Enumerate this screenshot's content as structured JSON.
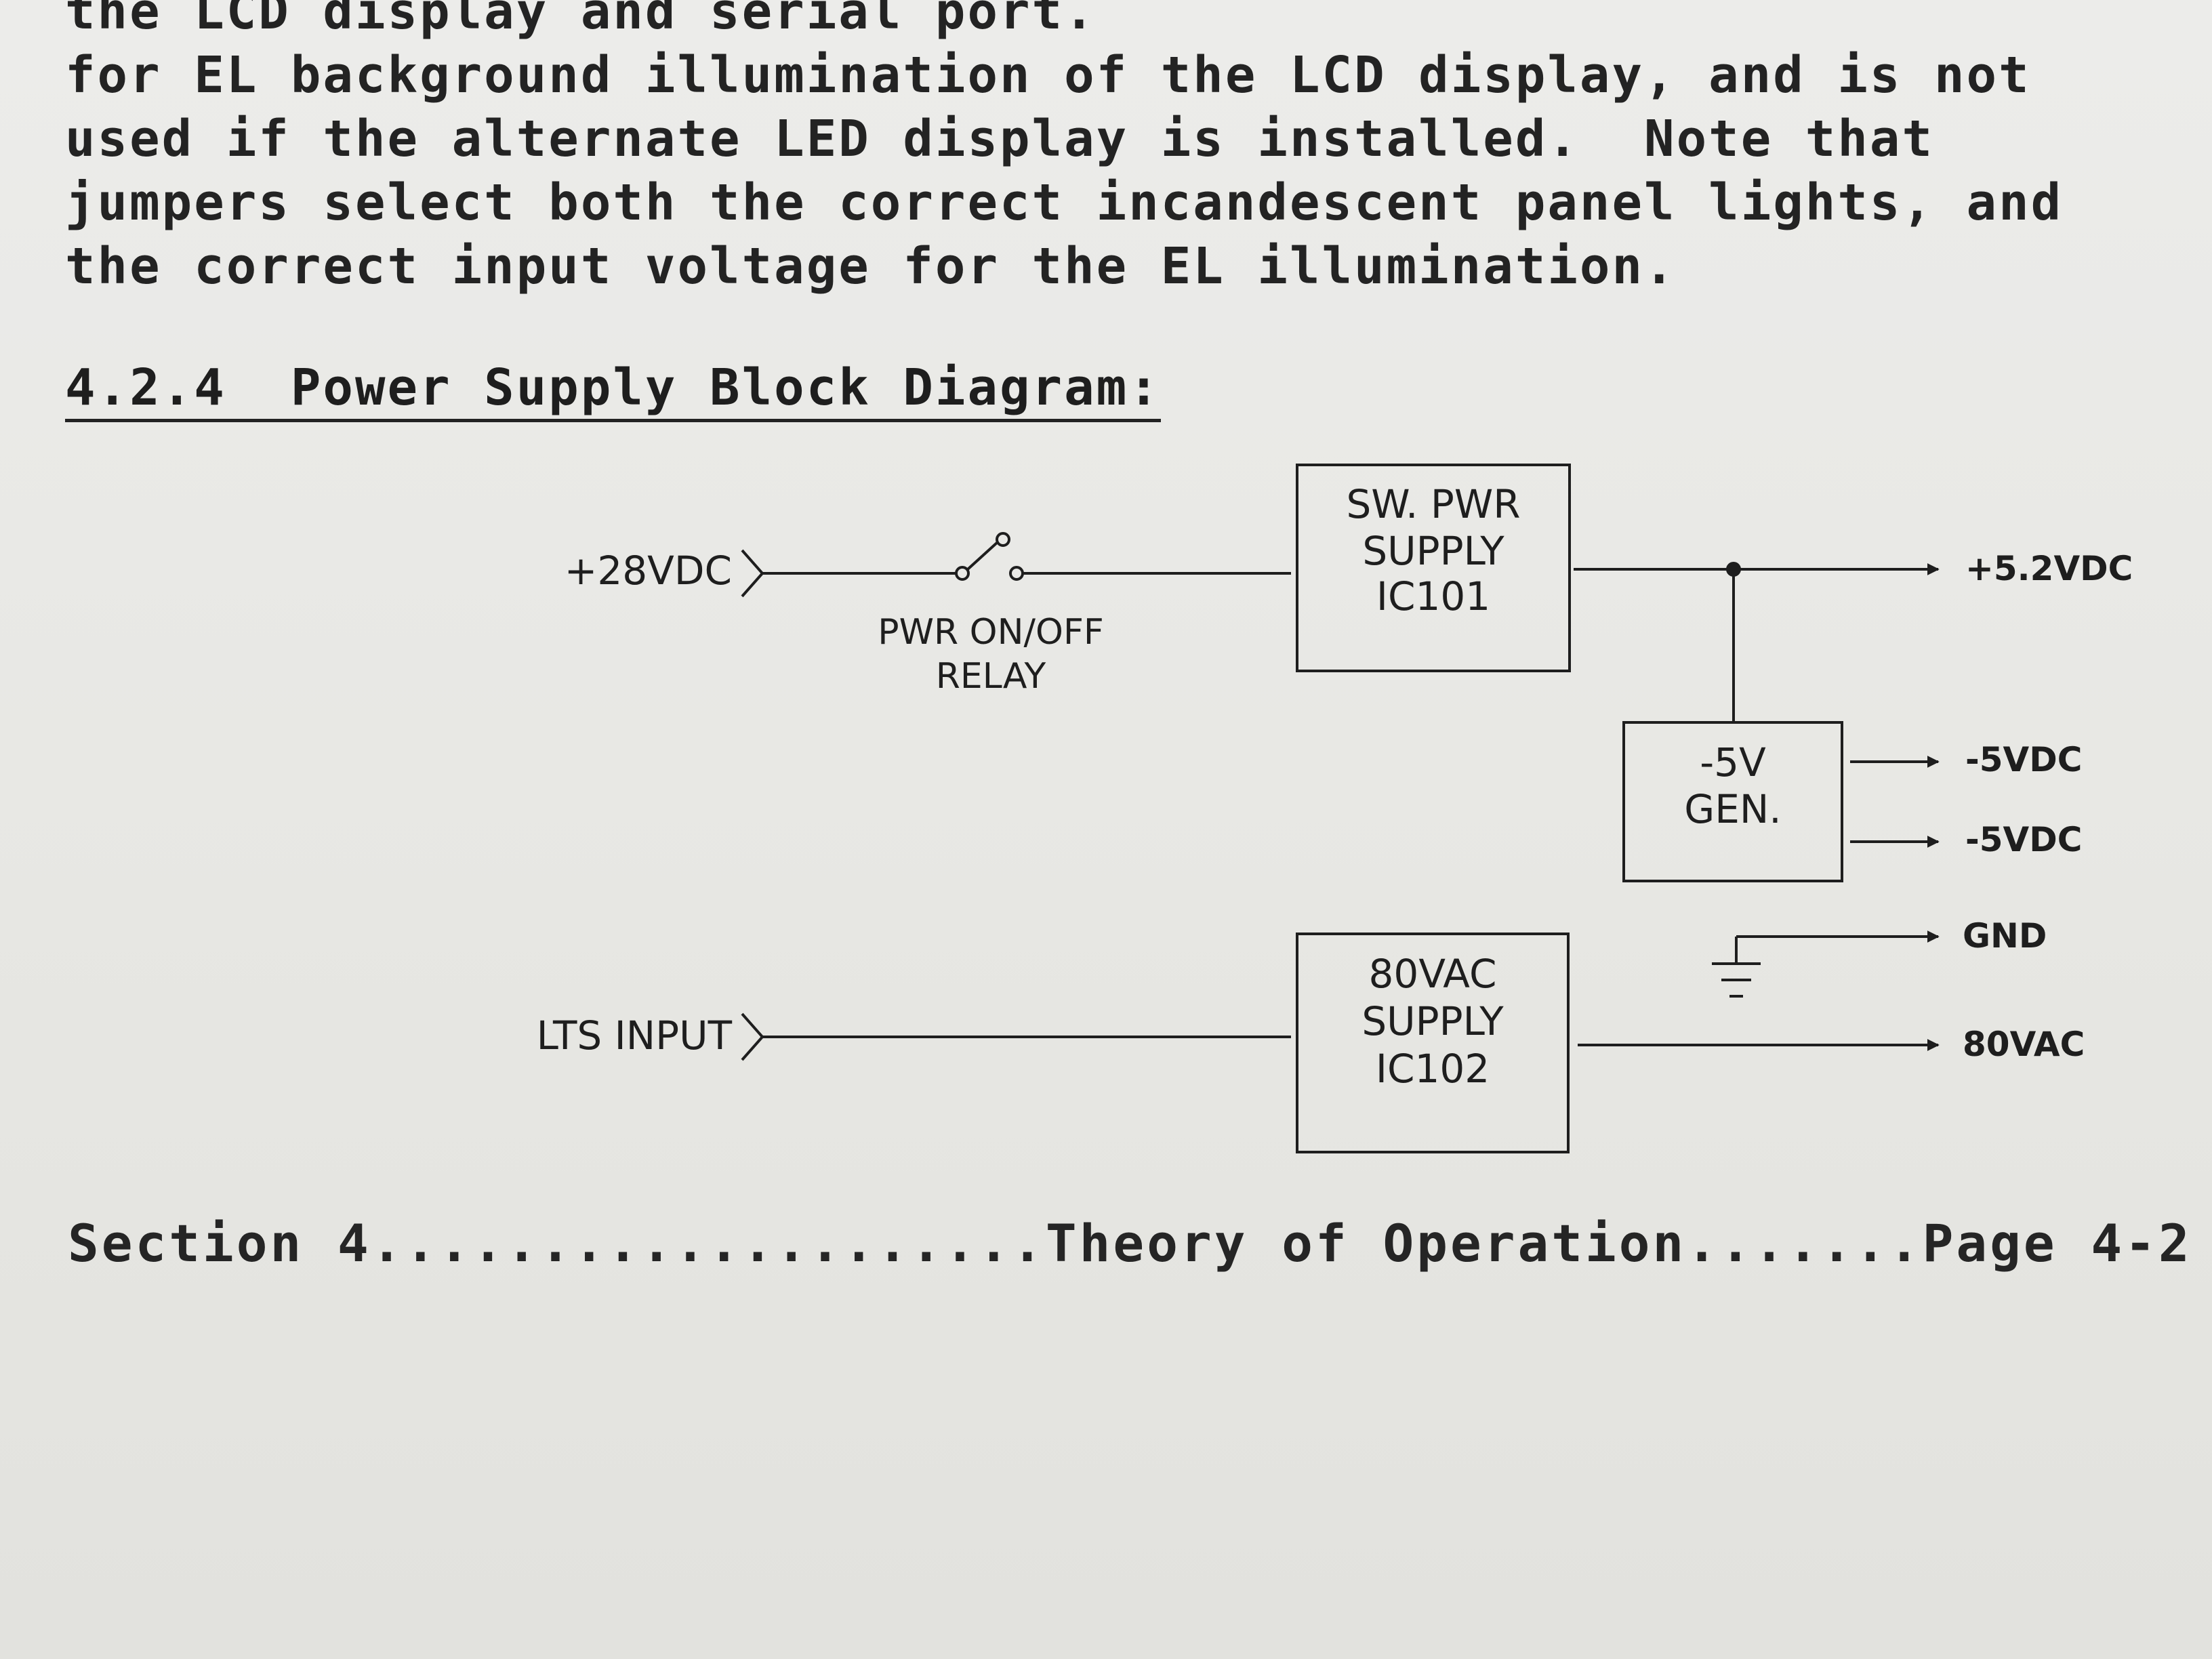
{
  "document": {
    "paragraph_lines": [
      "the LCD display and serial port.",
      "for EL background illumination of the LCD display, and is not",
      "used if the alternate LED display is installed.  Note that",
      "jumpers select both the correct incandescent panel lights, and",
      "the correct input voltage for the EL illumination."
    ],
    "section_heading": "4.2.4  Power Supply Block Diagram:",
    "footer": "Section 4....................Theory of Operation.......Page 4-2"
  },
  "diagram": {
    "inputs": {
      "dc_input": "+28VDC",
      "lts_input": "LTS INPUT"
    },
    "relay": {
      "line1": "PWR ON/OFF",
      "line2": "RELAY"
    },
    "blocks": {
      "sw_pwr_supply": [
        "SW. PWR",
        "SUPPLY",
        "IC101"
      ],
      "neg5v_gen": [
        "-5V",
        "GEN."
      ],
      "ac80_supply": [
        "80VAC",
        "SUPPLY",
        "IC102"
      ]
    },
    "outputs": {
      "out_52": "+5.2VDC",
      "out_neg5_a": "-5VDC",
      "out_neg5_b": "-5VDC",
      "out_gnd": "GND",
      "out_80vac": "80VAC"
    }
  }
}
